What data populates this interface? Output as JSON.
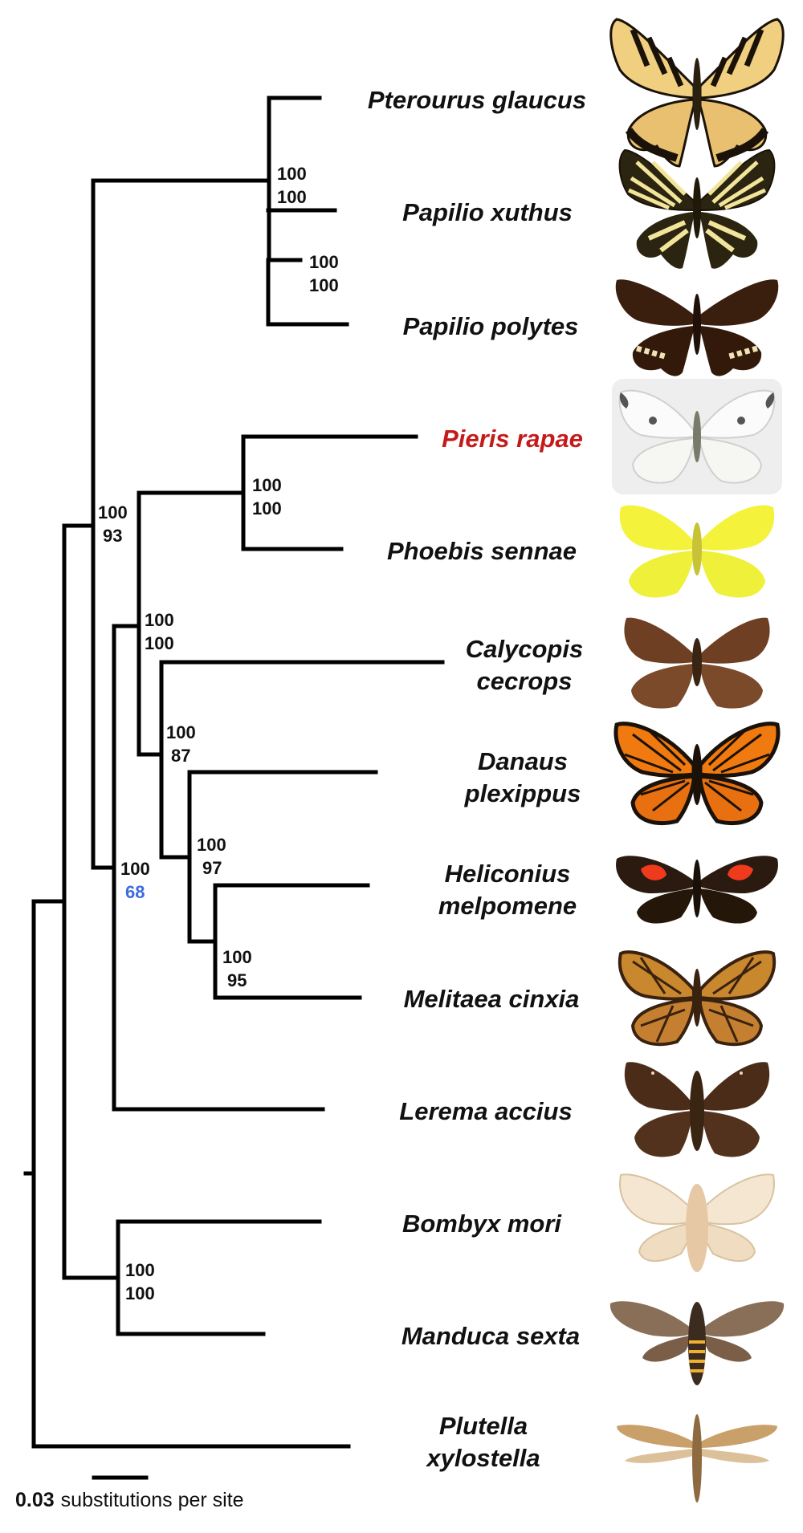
{
  "colors": {
    "branch": "#000000",
    "label_default": "#111111",
    "highlight_taxon": "#c41a1a",
    "highlight_support": "#3f6be0"
  },
  "taxa": [
    {
      "id": "pterourus",
      "lines": [
        "Pterourus glaucus"
      ],
      "icon": "swallowtail-tiger-icon"
    },
    {
      "id": "papilio-xuthus",
      "lines": [
        "Papilio xuthus"
      ],
      "icon": "swallowtail-black-yellow-icon"
    },
    {
      "id": "papilio-polytes",
      "lines": [
        "Papilio polytes"
      ],
      "icon": "swallowtail-dark-icon"
    },
    {
      "id": "pieris",
      "lines": [
        "Pieris rapae"
      ],
      "icon": "white-butterfly-icon",
      "highlight": true
    },
    {
      "id": "phoebis",
      "lines": [
        "Phoebis sennae"
      ],
      "icon": "yellow-sulphur-icon"
    },
    {
      "id": "calycopis",
      "lines": [
        "Calycopis",
        "cecrops"
      ],
      "icon": "hairstreak-icon"
    },
    {
      "id": "danaus",
      "lines": [
        "Danaus",
        "plexippus"
      ],
      "icon": "monarch-icon"
    },
    {
      "id": "heliconius",
      "lines": [
        "Heliconius",
        "melpomene"
      ],
      "icon": "heliconius-icon"
    },
    {
      "id": "melitaea",
      "lines": [
        "Melitaea cinxia"
      ],
      "icon": "fritillary-icon"
    },
    {
      "id": "lerema",
      "lines": [
        "Lerema accius"
      ],
      "icon": "skipper-icon"
    },
    {
      "id": "bombyx",
      "lines": [
        "Bombyx mori"
      ],
      "icon": "silkmoth-icon"
    },
    {
      "id": "manduca",
      "lines": [
        "Manduca sexta"
      ],
      "icon": "hawkmoth-icon"
    },
    {
      "id": "plutella",
      "lines": [
        "Plutella",
        "xylostella"
      ],
      "icon": "diamondback-moth-icon"
    }
  ],
  "support_values": [
    {
      "node": "papilionidae",
      "top": "100",
      "bottom": "100"
    },
    {
      "node": "papilio",
      "top": "100",
      "bottom": "100"
    },
    {
      "node": "pieridae",
      "top": "100",
      "bottom": "100"
    },
    {
      "node": "papilionoidea",
      "top": "100",
      "bottom": "93"
    },
    {
      "node": "pieridae-plus",
      "top": "100",
      "bottom": "100"
    },
    {
      "node": "lycaenidae-nymphalidae",
      "top": "100",
      "bottom": "87"
    },
    {
      "node": "nymphalidae",
      "top": "100",
      "bottom": "97"
    },
    {
      "node": "heliconiinae",
      "top": "100",
      "bottom": "95"
    },
    {
      "node": "butterflies-with-skipper",
      "top": "100",
      "bottom": "68",
      "bottom_highlight": true
    },
    {
      "node": "bombycoidea",
      "top": "100",
      "bottom": "100"
    }
  ],
  "scale_bar": {
    "value": "0.03",
    "unit": "substitutions per site"
  }
}
